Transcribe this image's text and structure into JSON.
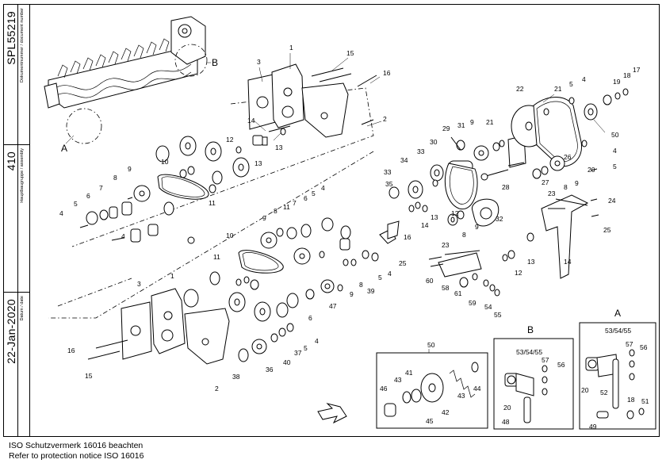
{
  "title_block": {
    "doc_label": "Dokumentnummer / document number",
    "doc_value": "SPL55219",
    "group_label": "Hauptbaugruppe / assembly",
    "group_value": "410",
    "date_label": "Datum / date",
    "date_value": "22-Jan-2020"
  },
  "notice": {
    "line1": "ISO Schutzvermerk 16016 beachten",
    "line2": "Refer to protection notice ISO 16016"
  },
  "view_letters": {
    "a": "A",
    "b": "B"
  },
  "details": {
    "box50": {
      "title": "50",
      "callouts": [
        "46",
        "43",
        "41",
        "43",
        "44",
        "45",
        "42"
      ]
    },
    "boxB": {
      "title": "B",
      "callouts": [
        "53/54/55",
        "57",
        "56",
        "20",
        "48"
      ]
    },
    "boxA": {
      "title": "A",
      "callouts": [
        "53/54/55",
        "57",
        "56",
        "20",
        "52",
        "18",
        "51",
        "49"
      ]
    }
  },
  "callouts": {
    "upper_left": [
      "1",
      "3",
      "15",
      "16",
      "2",
      "14",
      "12",
      "13",
      "13",
      "10",
      "9",
      "8",
      "7",
      "6",
      "5",
      "4",
      "11",
      "4"
    ],
    "mid_left": [
      "10",
      "9",
      "8",
      "11",
      "7",
      "6",
      "5",
      "4",
      "11",
      "6",
      "47",
      "39",
      "9",
      "8",
      "5",
      "4",
      "25"
    ],
    "lower_left": [
      "3",
      "1",
      "16",
      "15",
      "2",
      "38",
      "36",
      "40",
      "37",
      "5",
      "4"
    ],
    "center": [
      "35",
      "33",
      "34",
      "33",
      "30",
      "29",
      "31",
      "9",
      "21",
      "28",
      "32",
      "9",
      "12",
      "13",
      "16",
      "14",
      "23",
      "8",
      "60",
      "58",
      "61",
      "59",
      "54",
      "55"
    ],
    "right": [
      "22",
      "21",
      "5",
      "4",
      "19",
      "18",
      "17",
      "50",
      "4",
      "5",
      "26",
      "20",
      "27",
      "23",
      "8",
      "9",
      "24",
      "25",
      "14",
      "13",
      "12"
    ]
  }
}
